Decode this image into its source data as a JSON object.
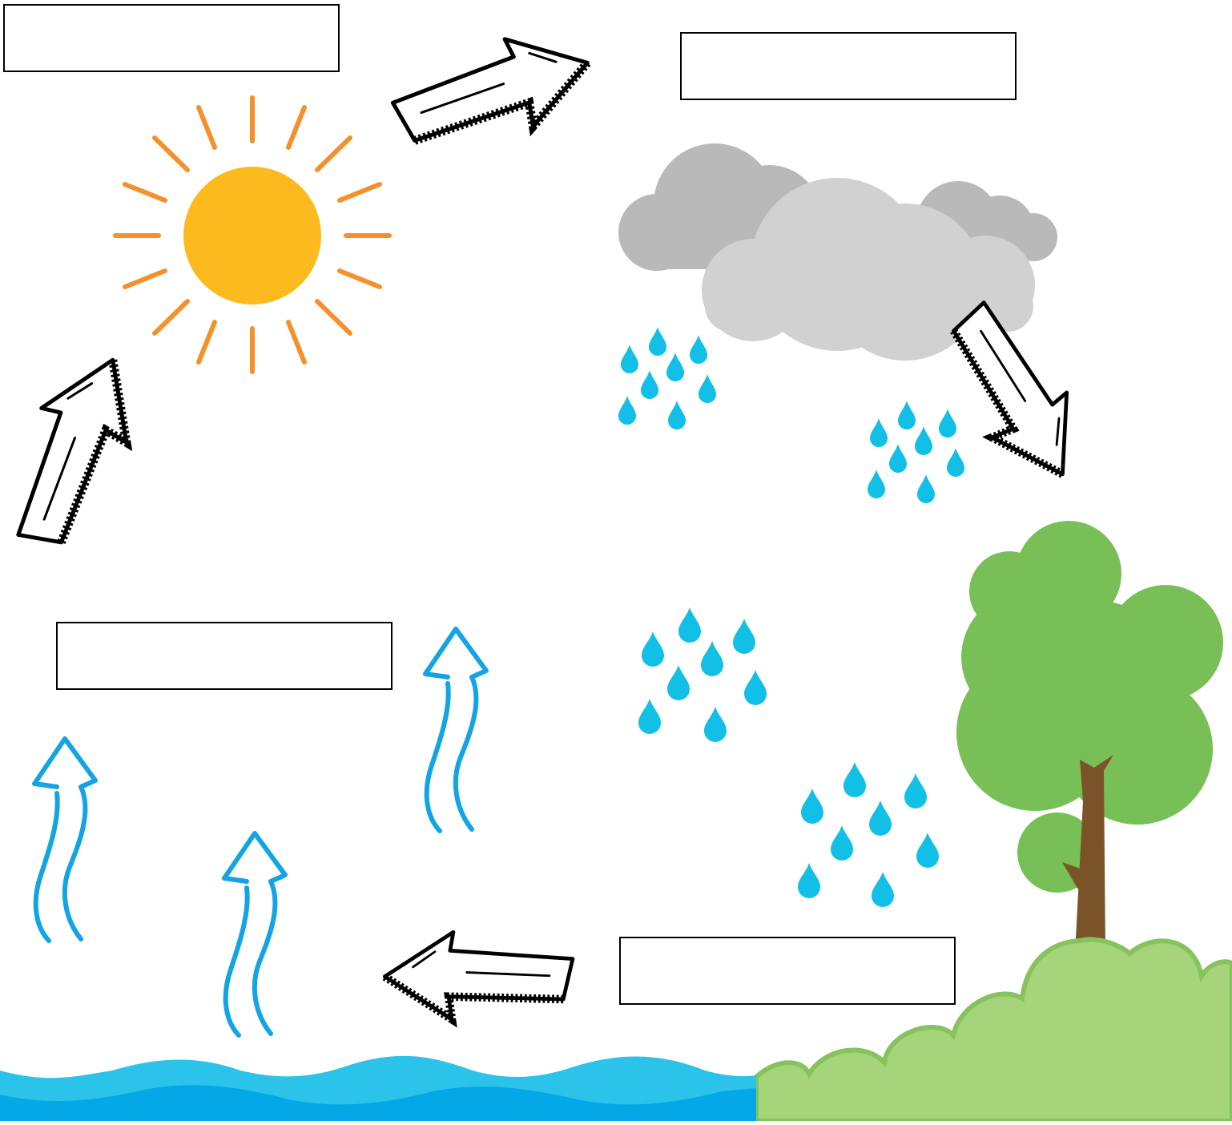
{
  "diagram": {
    "labels": [
      {
        "id": "label-1",
        "text": ""
      },
      {
        "id": "label-2",
        "text": ""
      },
      {
        "id": "label-3",
        "text": ""
      },
      {
        "id": "label-4",
        "text": ""
      }
    ]
  },
  "colors": {
    "sun": "#fcba1e",
    "sun_rays": "#f5902a",
    "cloud_dark": "#b9b9b9",
    "cloud_light": "#d1d1d1",
    "raindrop": "#12bfe6",
    "vapor": "#12a4e4",
    "water_light": "#2cc3ea",
    "water_dark": "#04a8e6",
    "grass": "#a6d47a",
    "grass_edge": "#86c25e",
    "tree_canopy": "#78bf57",
    "tree_trunk": "#7a5329",
    "arrow_outline": "#000000"
  },
  "icons": {
    "sun": "sun-icon",
    "cloud": "rain-cloud-icon",
    "tree": "tree-icon",
    "arrow": "hand-drawn-arrow-icon",
    "vapor": "vapor-arrow-icon",
    "raindrop": "raindrop-icon"
  }
}
